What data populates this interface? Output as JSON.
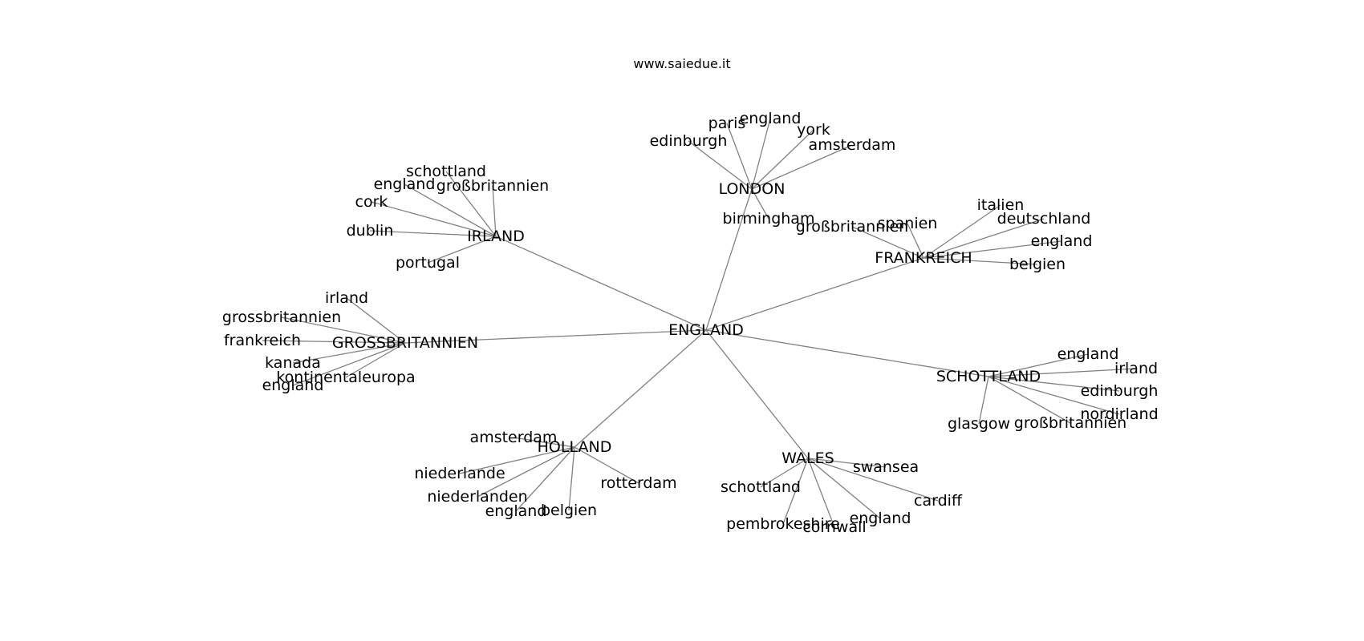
{
  "header": {
    "source": "www.saiedue.it"
  },
  "graph": {
    "center": {
      "id": "england",
      "label": "ENGLAND"
    },
    "hubs": [
      {
        "id": "london",
        "label": "LONDON",
        "leaves": [
          "edinburgh",
          "paris",
          "england",
          "york",
          "amsterdam",
          "birmingham"
        ]
      },
      {
        "id": "irland",
        "label": "IRLAND",
        "leaves": [
          "schottland",
          "england",
          "großbritannien",
          "cork",
          "dublin",
          "portugal"
        ]
      },
      {
        "id": "frankreich",
        "label": "FRANKREICH",
        "leaves": [
          "großbritannien",
          "spanien",
          "italien",
          "deutschland",
          "england",
          "belgien"
        ]
      },
      {
        "id": "grossbritannien",
        "label": "GROSSBRITANNIEN",
        "leaves": [
          "irland",
          "grossbritannien",
          "frankreich",
          "kanada",
          "kontinentaleuropa",
          "england"
        ]
      },
      {
        "id": "schottland",
        "label": "SCHOTTLAND",
        "leaves": [
          "england",
          "irland",
          "edinburgh",
          "nordirland",
          "glasgow",
          "großbritannien"
        ]
      },
      {
        "id": "holland",
        "label": "HOLLAND",
        "leaves": [
          "amsterdam",
          "niederlande",
          "niederlanden",
          "england",
          "belgien",
          "rotterdam"
        ]
      },
      {
        "id": "wales",
        "label": "WALES",
        "leaves": [
          "swansea",
          "schottland",
          "cardiff",
          "england",
          "pembrokeshire",
          "cornwall"
        ]
      }
    ]
  }
}
